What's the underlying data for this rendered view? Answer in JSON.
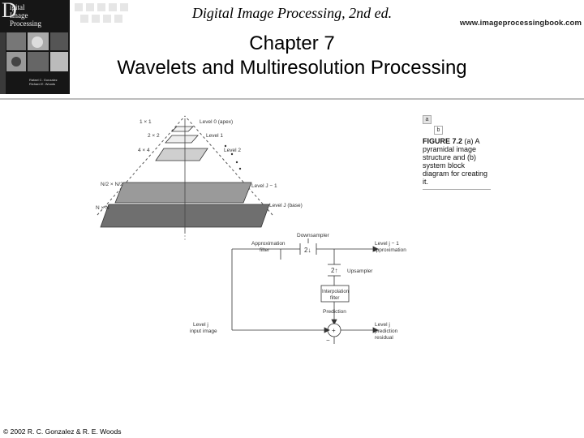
{
  "header": {
    "title": "Digital Image Processing, 2nd ed.",
    "url": "www.imageprocessingbook.com"
  },
  "chapter": {
    "line1": "Chapter 7",
    "line2": "Wavelets and Multiresolution Processing"
  },
  "book_cover": {
    "initial": "D",
    "title": "igital\nImage\nProcessing",
    "authors": "Rafael C. Gonzalez  Richard E. Woods"
  },
  "figure": {
    "pyramid": {
      "sizes": [
        "1 × 1",
        "2 × 2",
        "4 × 4",
        "N/2 × N/2",
        "N × N"
      ],
      "levels": [
        "Level 0 (apex)",
        "Level 1",
        "Level 2",
        "Level J − 1",
        "Level J (base)"
      ]
    },
    "diagram": {
      "downsampler": "Downsampler",
      "approx_filter_line1": "Approximation",
      "approx_filter_line2": "filter",
      "down_symbol": "2↓",
      "up_symbol": "2↑",
      "output_top_line1": "Level j − 1",
      "output_top_line2": "approximation",
      "upsampler": "Upsampler",
      "interp_filter_line1": "Interpolation",
      "interp_filter_line2": "filter",
      "prediction": "Prediction",
      "input_line1": "Level j",
      "input_line2": "input image",
      "sum_symbol": "+",
      "minus_symbol": "−",
      "residual_line1": "Level j",
      "residual_line2": "prediction",
      "residual_line3": "residual"
    },
    "caption": {
      "panel_a": "a",
      "panel_b": "b",
      "label": "FIGURE 7.2",
      "text": "(a) A pyramidal image structure and (b) system block diagram for creating it."
    }
  },
  "copyright": "© 2002 R. C. Gonzalez & R. E. Woods"
}
